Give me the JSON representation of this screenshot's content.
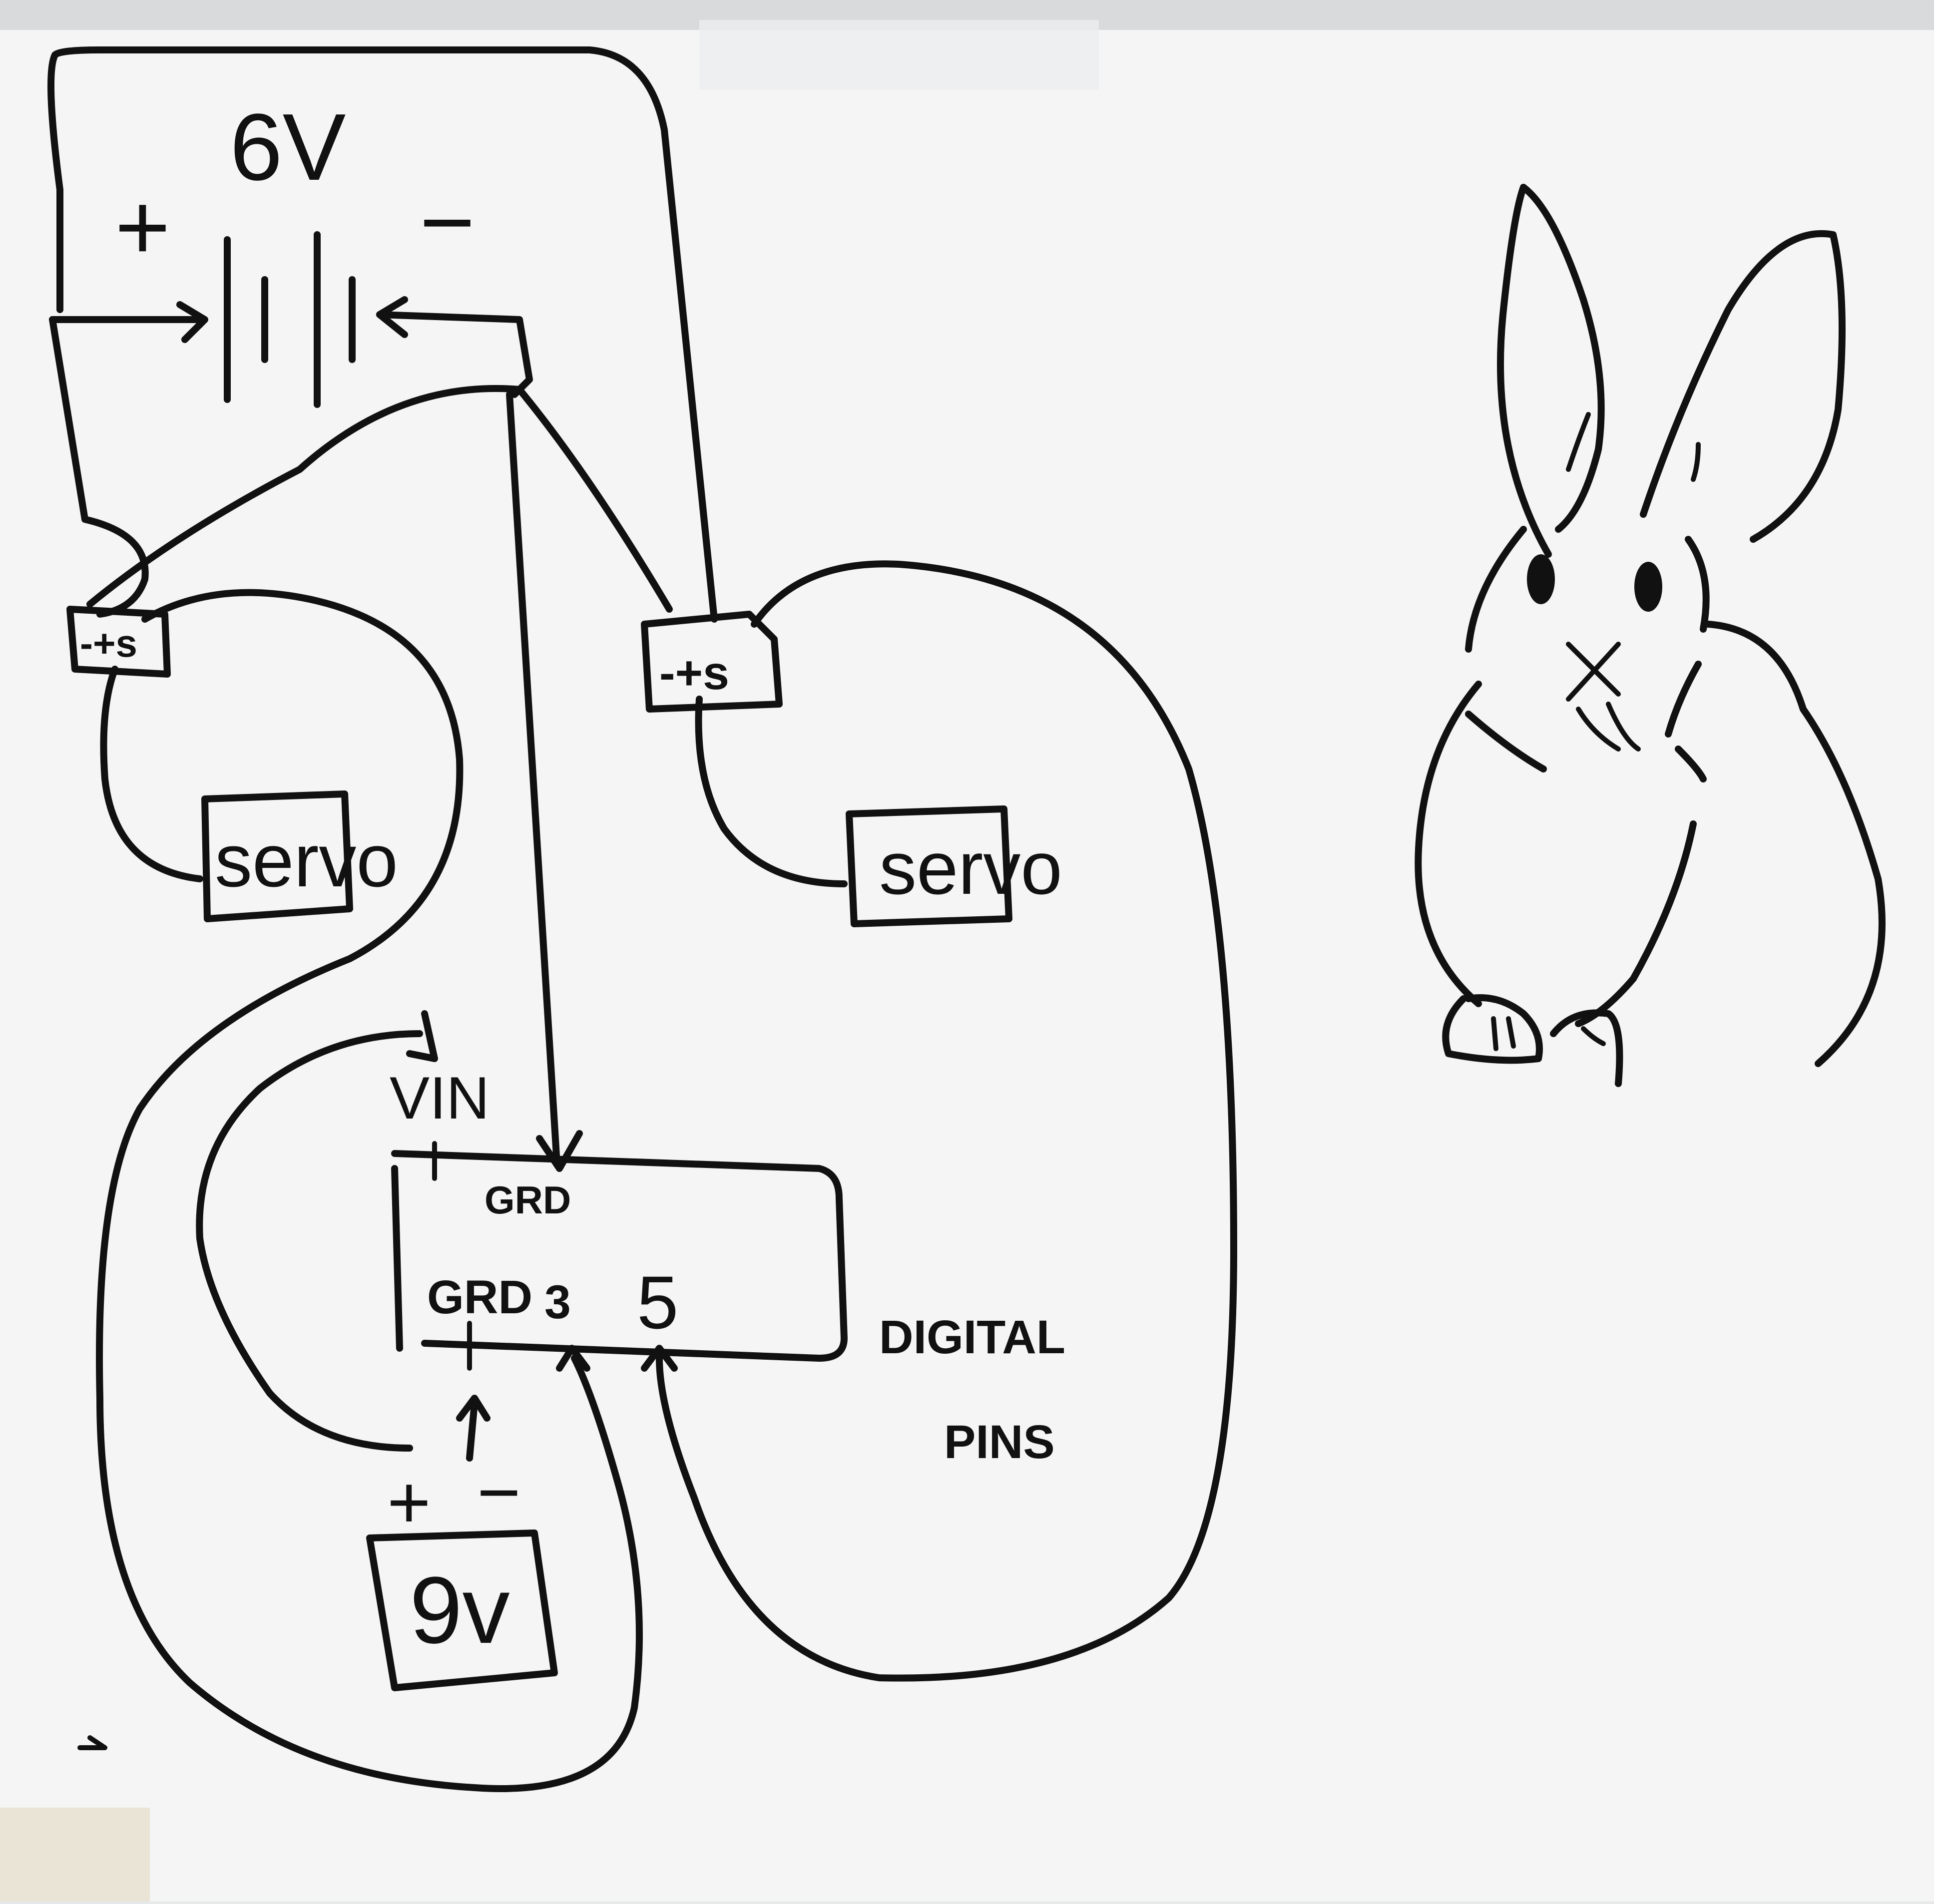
{
  "battery_6v": {
    "label": "6V",
    "plus": "+",
    "minus": "−"
  },
  "servo_connectors": {
    "left_label": "-+s",
    "right_label": "-+s"
  },
  "servos": {
    "left_label": "servo",
    "right_label": "servo"
  },
  "arduino": {
    "vin_label": "VIN",
    "grd_top_label": "GRD",
    "grd_bottom_label": "GRD",
    "pin_3_label": "3",
    "pin_5_label": "5",
    "digital_label": "DIGITAL",
    "pins_label": "PINS"
  },
  "battery_9v": {
    "label": "9v",
    "plus": "+",
    "minus": "−"
  },
  "colors": {
    "whiteboard": "#f4f5f4",
    "marker": "#111111",
    "frame": "#c9cccf"
  },
  "drawing": {
    "subject": "rabbit-sketch"
  }
}
